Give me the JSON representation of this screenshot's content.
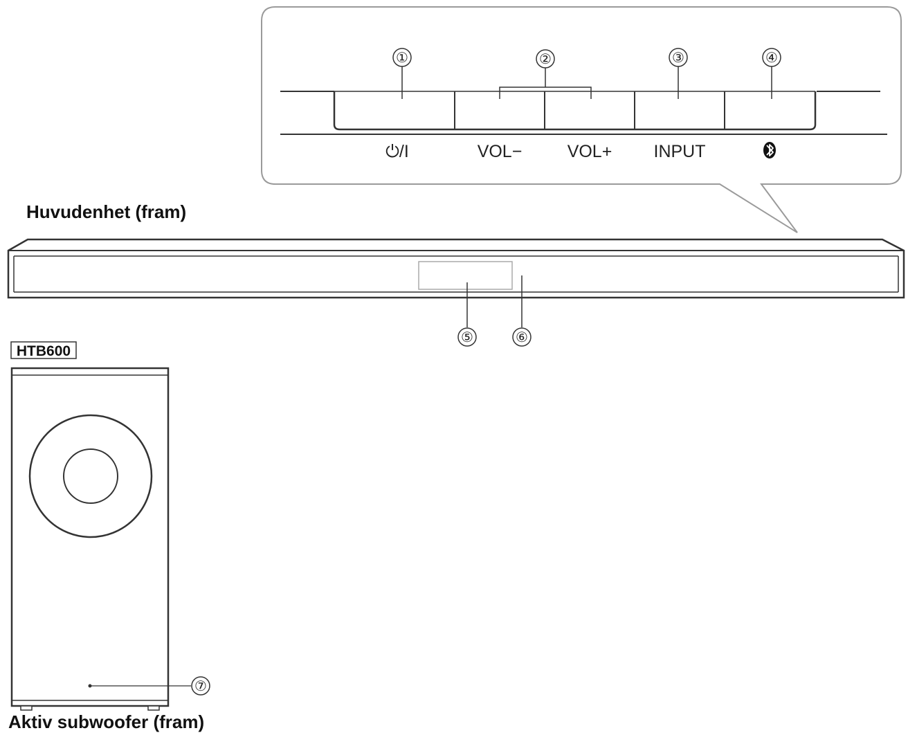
{
  "main_unit": {
    "title": "Huvudenhet (fram)",
    "buttons": [
      {
        "number": "①",
        "label": "⏻/I",
        "icon": "power-icon"
      },
      {
        "number": "②",
        "label": "VOL−"
      },
      {
        "number": "",
        "label": "VOL+"
      },
      {
        "number": "③",
        "label": "INPUT"
      },
      {
        "number": "④",
        "label": "",
        "icon": "bluetooth-icon"
      }
    ],
    "display_number": "⑤",
    "sensor_number": "⑥"
  },
  "model_tag": "HTB600",
  "subwoofer": {
    "title": "Aktiv subwoofer (fram)",
    "indicator_number": "⑦"
  }
}
